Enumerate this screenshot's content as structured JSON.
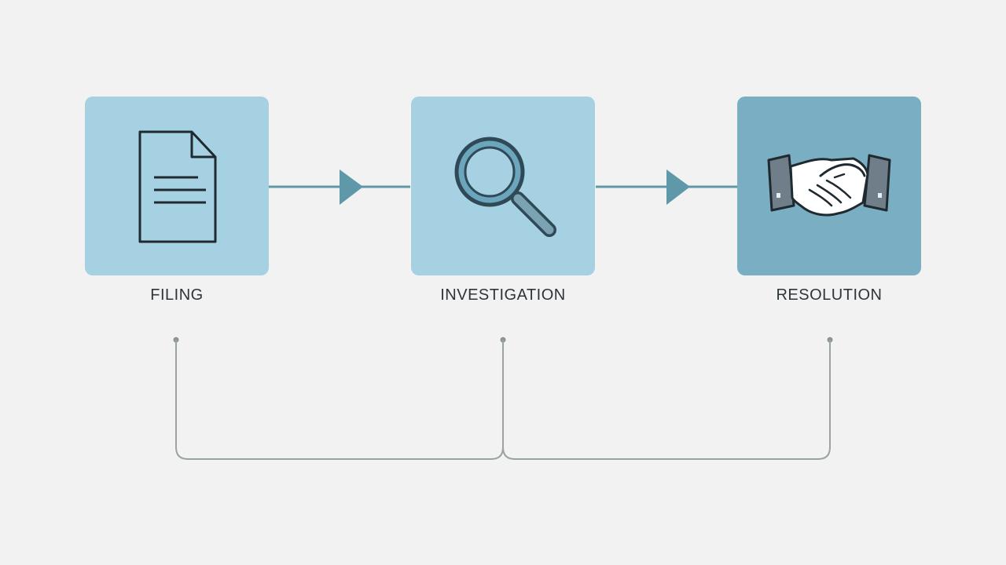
{
  "diagram": {
    "steps": [
      {
        "label": "FILING",
        "icon": "document-icon"
      },
      {
        "label": "INVESTIGATION",
        "icon": "magnifier-icon"
      },
      {
        "label": "RESOLUTION",
        "icon": "handshake-icon"
      }
    ],
    "colors": {
      "background": "#f2f2f2",
      "box_light": "#a6d1e3",
      "box_dark": "#7aaec3",
      "arrow": "#5f98a9",
      "connector": "#9aa3a3",
      "icon_stroke": "#1f2a30"
    }
  }
}
